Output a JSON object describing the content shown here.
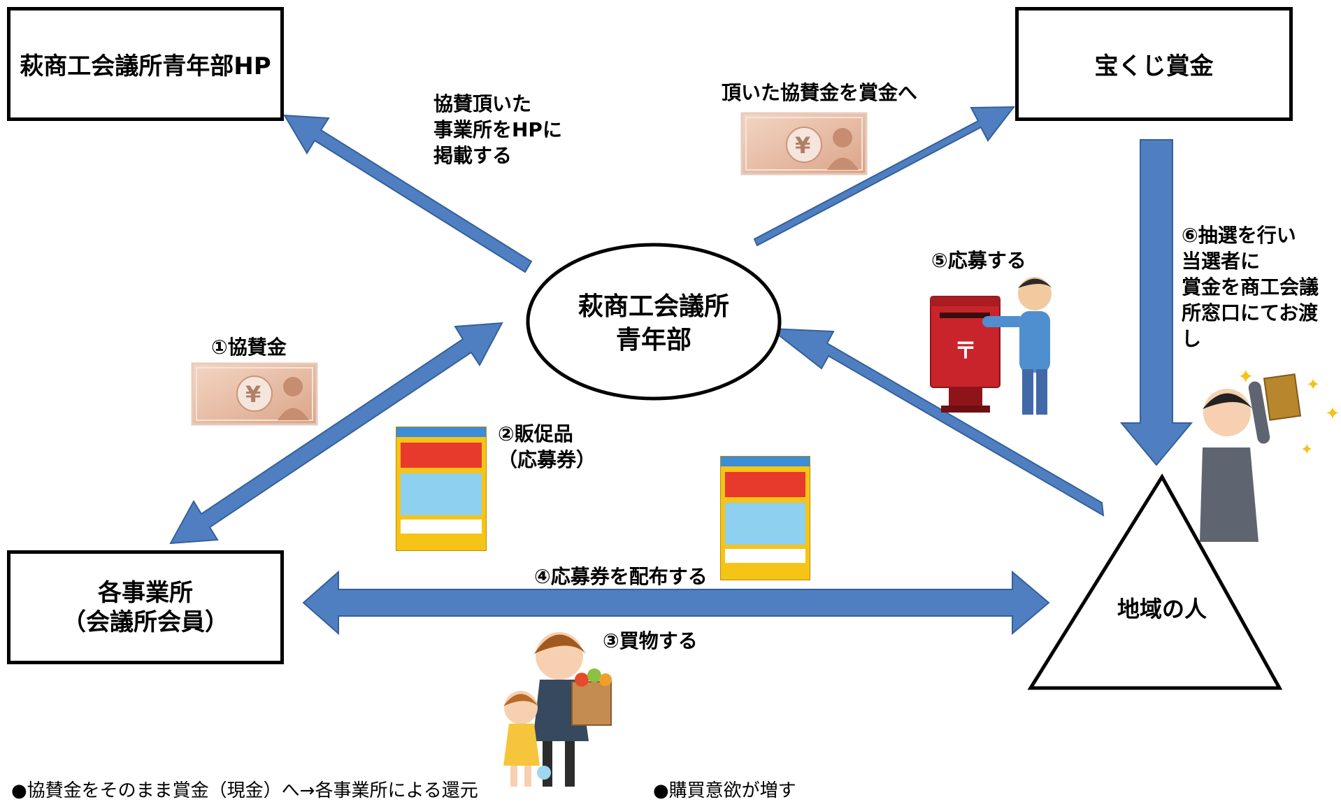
{
  "boxes": {
    "hp": "萩商工会議所青年部HP",
    "lottery": "宝くじ賞金",
    "business_line1": "各事業所",
    "business_line2": "（会議所会員）"
  },
  "center": {
    "line1": "萩商工会議所",
    "line2": "青年部"
  },
  "triangle": {
    "label": "地域の人"
  },
  "labels": {
    "publish_line1": "協賛頂いた",
    "publish_line2": "事業所をHPに",
    "publish_line3": "掲載する",
    "prize": "頂いた協賛金を賞金へ",
    "step1": "①協賛金",
    "step2_line1": "②販促品",
    "step2_line2": "（応募券）",
    "step3": "③買物する",
    "step4": "④応募券を配布する",
    "step5": "⑤応募する",
    "step6_line1": "⑥抽選を行い",
    "step6_line2": "当選者に",
    "step6_line3": "賞金を商工会議",
    "step6_line4": "所窓口にてお渡",
    "step6_line5": "し"
  },
  "footer": {
    "left": "●協賛金をそのまま賞金（現金）へ→各事業所による還元",
    "right": "●購買意欲が増す"
  },
  "icons": {
    "yen": "¥",
    "postbox": "〒"
  },
  "colors": {
    "arrow_fill": "#4f7fc0",
    "arrow_stroke": "#34609a",
    "banknote": "#e8bca1"
  }
}
